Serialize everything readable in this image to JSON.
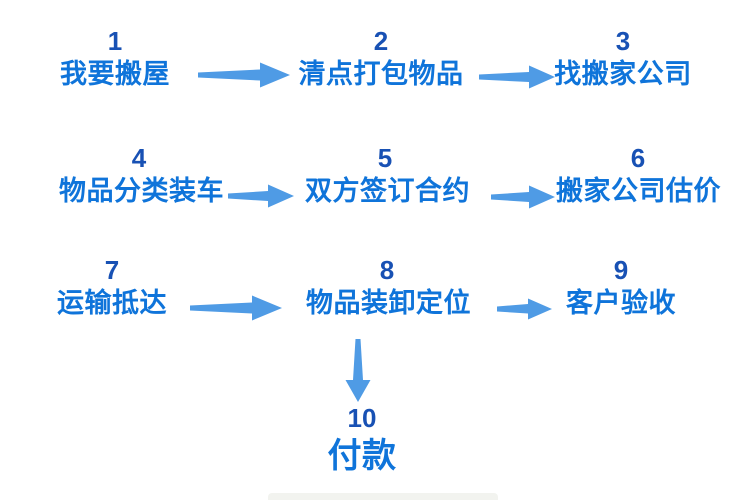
{
  "colors": {
    "number": "#1851B4",
    "label": "#0F74DA",
    "arrow": "#4F9BE5",
    "artifact": "#F2F3EF"
  },
  "flow": {
    "type": "flowchart",
    "steps": [
      {
        "number": "1",
        "label": "我要搬屋"
      },
      {
        "number": "2",
        "label": "清点打包物品"
      },
      {
        "number": "3",
        "label": "找搬家公司"
      },
      {
        "number": "4",
        "label": "物品分类装车"
      },
      {
        "number": "5",
        "label": "双方签订合约"
      },
      {
        "number": "6",
        "label": "搬家公司估价"
      },
      {
        "number": "7",
        "label": "运输抵达"
      },
      {
        "number": "8",
        "label": "物品装卸定位"
      },
      {
        "number": "9",
        "label": "客户验收"
      },
      {
        "number": "10",
        "label": "付款"
      }
    ],
    "connections": [
      {
        "from": "1",
        "to": "2",
        "direction": "right"
      },
      {
        "from": "2",
        "to": "3",
        "direction": "right"
      },
      {
        "from": "4",
        "to": "5",
        "direction": "right"
      },
      {
        "from": "5",
        "to": "6",
        "direction": "right"
      },
      {
        "from": "7",
        "to": "8",
        "direction": "right"
      },
      {
        "from": "8",
        "to": "9",
        "direction": "right"
      },
      {
        "from": "8",
        "to": "10",
        "direction": "down"
      }
    ]
  }
}
